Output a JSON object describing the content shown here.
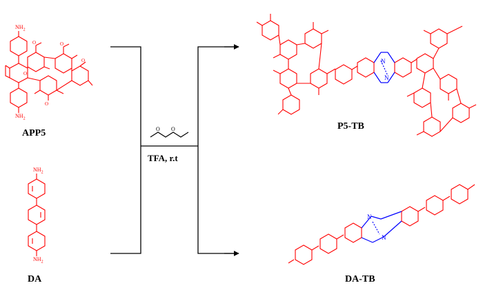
{
  "labels": {
    "app5": "APP5",
    "da": "DA",
    "p5tb": "P5-TB",
    "datb": "DA-TB",
    "conditions": "TFA, r.t"
  },
  "atoms": {
    "nh2": "NH",
    "nh2_sub": "2",
    "o": "O",
    "n": "N"
  },
  "colors": {
    "monomer": "#ff0000",
    "troger_base": "#0000ff",
    "arrow": "#000000"
  }
}
